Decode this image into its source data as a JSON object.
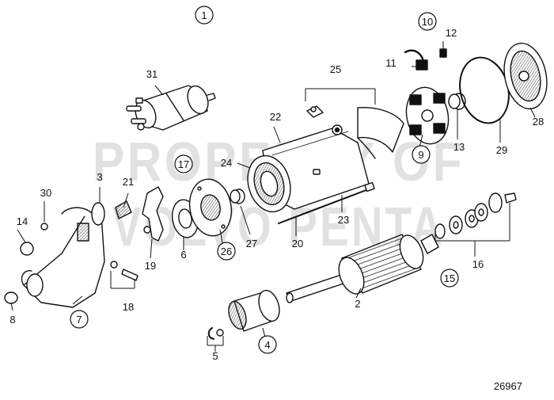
{
  "diagram": {
    "watermark": {
      "line1": "PROPERTY OF",
      "line2": "VOLVO PENTA"
    },
    "part_number": "26967",
    "callouts": [
      {
        "label": "1",
        "circled": true
      },
      {
        "label": "2",
        "circled": false
      },
      {
        "label": "3",
        "circled": false
      },
      {
        "label": "4",
        "circled": true
      },
      {
        "label": "5",
        "circled": false
      },
      {
        "label": "6",
        "circled": false
      },
      {
        "label": "7",
        "circled": true
      },
      {
        "label": "8",
        "circled": false
      },
      {
        "label": "9",
        "circled": true
      },
      {
        "label": "10",
        "circled": true
      },
      {
        "label": "11",
        "circled": false
      },
      {
        "label": "12",
        "circled": false
      },
      {
        "label": "13",
        "circled": false
      },
      {
        "label": "14",
        "circled": false
      },
      {
        "label": "15",
        "circled": true
      },
      {
        "label": "16",
        "circled": false
      },
      {
        "label": "17",
        "circled": true
      },
      {
        "label": "18",
        "circled": false
      },
      {
        "label": "19",
        "circled": false
      },
      {
        "label": "20",
        "circled": false
      },
      {
        "label": "21",
        "circled": false
      },
      {
        "label": "22",
        "circled": false
      },
      {
        "label": "23",
        "circled": false
      },
      {
        "label": "24",
        "circled": false
      },
      {
        "label": "25",
        "circled": false
      },
      {
        "label": "26",
        "circled": true
      },
      {
        "label": "27",
        "circled": false
      },
      {
        "label": "28",
        "circled": false
      },
      {
        "label": "29",
        "circled": false
      },
      {
        "label": "30",
        "circled": false
      },
      {
        "label": "31",
        "circled": false
      }
    ]
  }
}
